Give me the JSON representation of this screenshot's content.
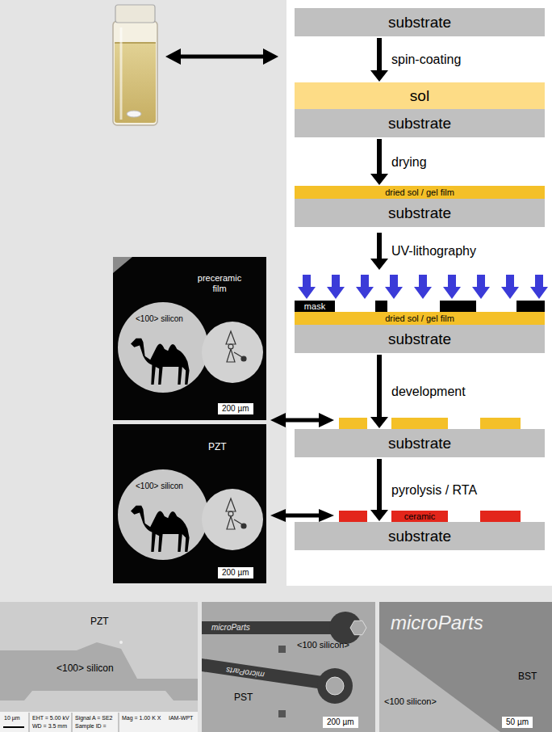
{
  "diagram": {
    "nodes": [
      {
        "text": [
          "substrate"
        ]
      },
      {
        "text": [
          "sol"
        ]
      },
      {
        "text": [
          "substrate"
        ]
      },
      {
        "text": [
          "dried sol / gel film"
        ]
      },
      {
        "text": [
          "substrate"
        ]
      },
      {
        "text": [
          "mask"
        ]
      },
      {
        "text": [
          "dried sol / gel film"
        ]
      },
      {
        "text": [
          "substrate"
        ]
      },
      {
        "text": [
          "substrate"
        ]
      },
      {
        "text": [
          "ceramic"
        ]
      },
      {
        "text": [
          "substrate"
        ]
      },
      {
        "text": [
          "preceramic film",
          "<100> silicon",
          "200 µm"
        ]
      },
      {
        "text": [
          "PZT",
          "<100> silicon",
          "200 µm"
        ]
      },
      {
        "text": [
          "PZT",
          "<100> silicon",
          "10 µm",
          "EHT = 5.00 kV",
          "WD = 3.5 mm",
          "Signal A = SE2",
          "Sample ID =",
          "Mag = 1.00 K X",
          "IAM-WPT"
        ]
      },
      {
        "text": [
          "microParts",
          "microParts",
          "<100 silicon>",
          "PST",
          "200 µm"
        ]
      },
      {
        "text": [
          "microParts",
          "<100 silicon>",
          "BST",
          "50 µm"
        ]
      }
    ],
    "edges": [
      {
        "from": 0,
        "to": 1,
        "label": "spin-coating",
        "arrow": "to"
      },
      {
        "from": 2,
        "to": 3,
        "label": "drying",
        "arrow": "to"
      },
      {
        "from": 7,
        "to": 8,
        "label": "development",
        "arrow": "to"
      },
      {
        "from": 8,
        "to": 10,
        "label": "pyrolysis / RTA",
        "arrow": "to"
      }
    ],
    "labels": [
      "UV-lithography"
    ]
  }
}
